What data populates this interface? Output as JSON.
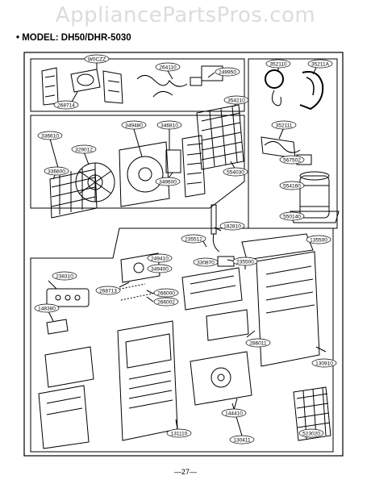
{
  "watermark": "AppliancePartsPros.com",
  "model_title": "• MODEL: DH50/DHR-5030",
  "page_number": "—27—",
  "part_labels": [
    "W0CZZ",
    "264110",
    "249950",
    "268714",
    "352110",
    "35211A",
    "354210",
    "336610",
    "349480",
    "346810",
    "329012",
    "349600",
    "336600",
    "554030",
    "352111",
    "567502",
    "554160",
    "550140",
    "182810",
    "235512",
    "135500",
    "330870",
    "249410",
    "349400",
    "238310",
    "268713",
    "266000",
    "266002",
    "148380",
    "286011",
    "130910",
    "144410",
    "131110",
    "130411",
    "523020",
    "235500"
  ]
}
